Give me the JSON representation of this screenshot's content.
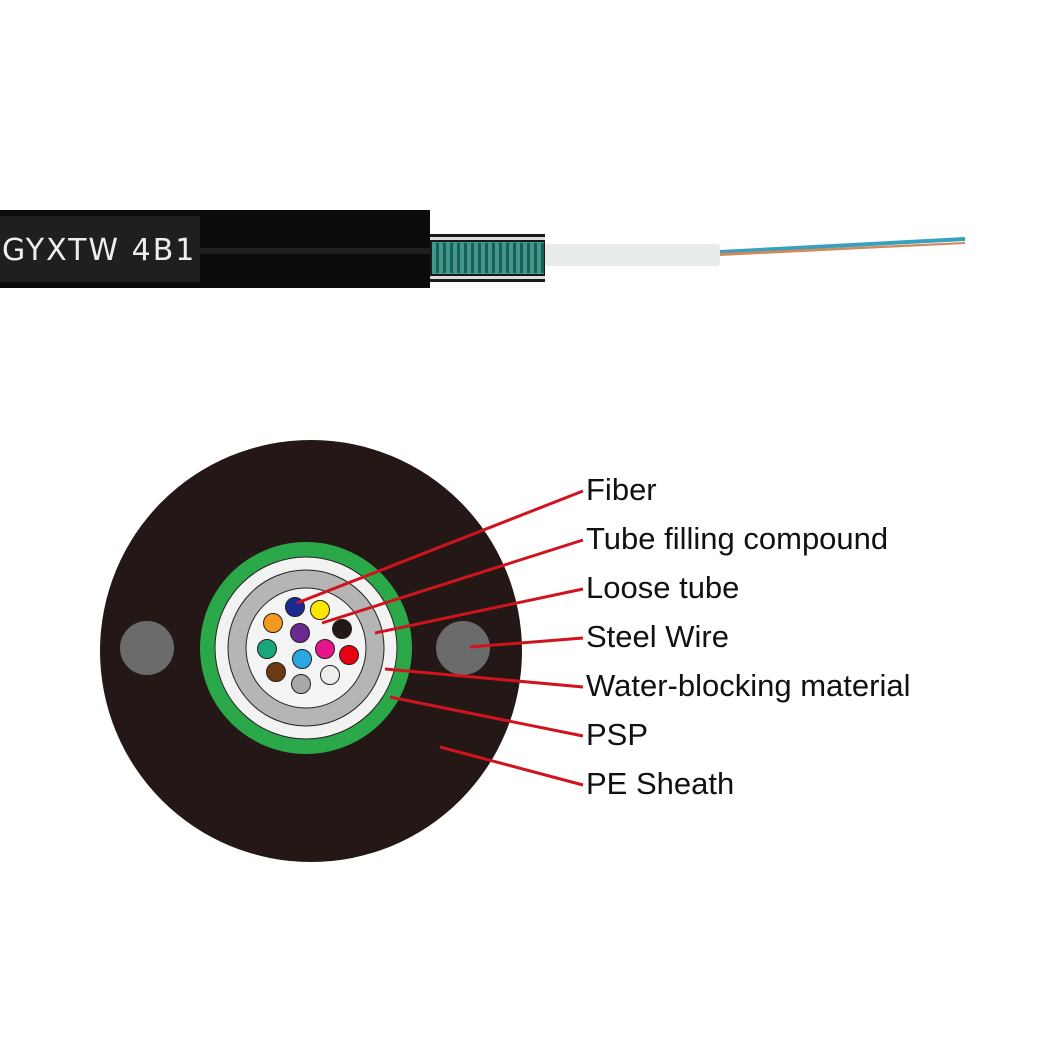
{
  "cable_photo": {
    "print_text": "GYXTW 4B1"
  },
  "labels": [
    "Fiber",
    "Tube filling compound",
    "Loose tube",
    "Steel Wire",
    "Water-blocking material",
    "PSP",
    "PE Sheath"
  ],
  "colors": {
    "sheath": "#231815",
    "psp": "#2aa84a",
    "steel_wire": "#6b6b6b",
    "loose_tube": "#b5b5b5",
    "leader": "#d0141e",
    "fibers": [
      "#1c2a8f",
      "#ffe600",
      "#f39a1e",
      "#6a2a8f",
      "#231815",
      "#1aa57a",
      "#e6168a",
      "#e60012",
      "#29a8e0",
      "#6b3a12",
      "#a8a8a8",
      "#eeeeee"
    ]
  }
}
